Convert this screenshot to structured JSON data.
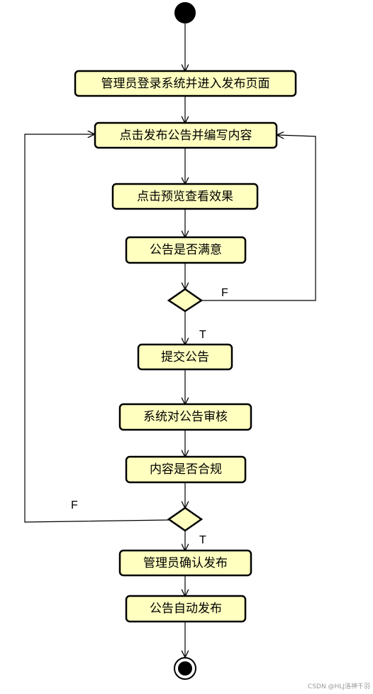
{
  "colors": {
    "node_fill": "#ffffc0",
    "stroke": "#000000",
    "background": "#ffffff",
    "watermark": "#9a9a9a"
  },
  "nodes": {
    "login": "管理员登录系统并进入发布页面",
    "write": "点击发布公告并编写内容",
    "preview": "点击预览查看效果",
    "satisfied": "公告是否满意",
    "submit": "提交公告",
    "review": "系统对公告审核",
    "compliant": "内容是否合规",
    "confirm": "管理员确认发布",
    "auto_publish": "公告自动发布"
  },
  "labels": {
    "decision1_false": "F",
    "decision1_true": "T",
    "decision2_false": "F",
    "decision2_true": "T"
  },
  "watermark": "CSDN @HLJ洛神千羽"
}
